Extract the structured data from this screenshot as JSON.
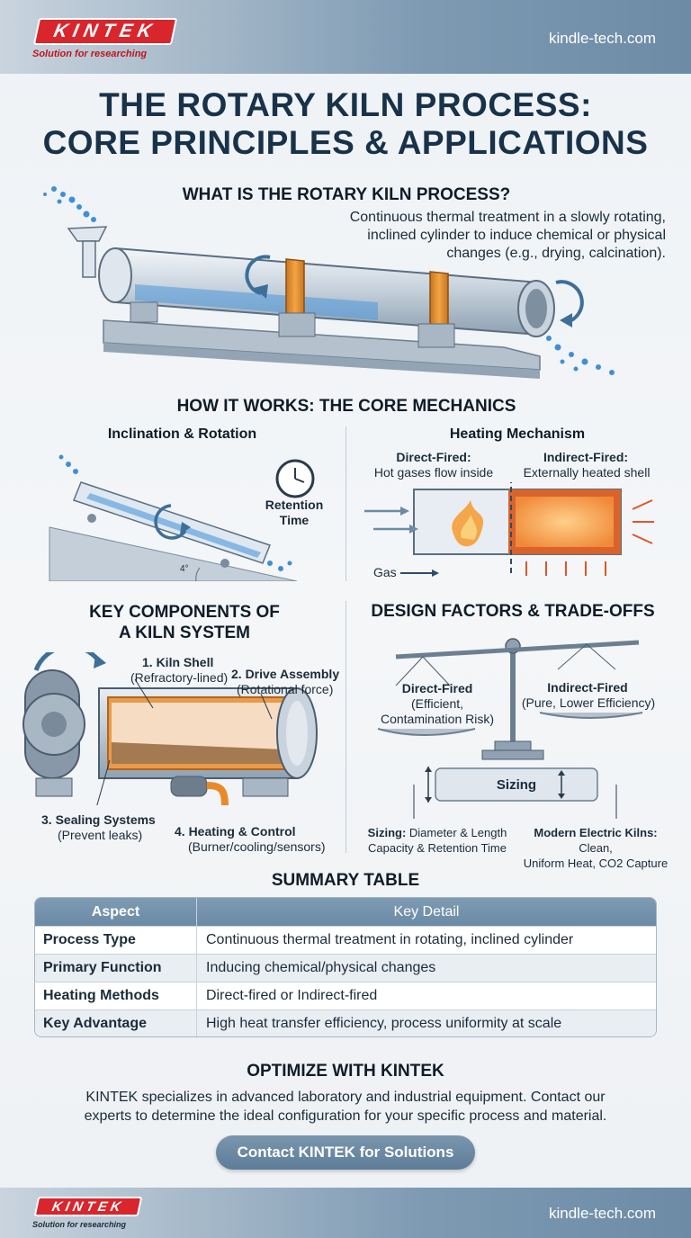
{
  "header": {
    "logo_text": "KINTEK",
    "logo_sub": "Solution for researching",
    "site": "kindle-tech.com"
  },
  "title": {
    "line1": "THE ROTARY KILN PROCESS:",
    "line2": "CORE PRINCIPLES & APPLICATIONS"
  },
  "what_is": {
    "heading": "WHAT IS THE ROTARY KILN PROCESS?",
    "desc_line1": "Continuous thermal treatment in a slowly rotating,",
    "desc_line2": "inclined cylinder to induce chemical or physical",
    "desc_line3": "changes (e.g., drying, calcination)."
  },
  "how_it_works": {
    "heading": "HOW IT WORKS: THE CORE MECHANICS",
    "left_title": "Inclination & Rotation",
    "retention_line1": "Retention",
    "retention_line2": "Time",
    "angle": "4°",
    "right_title": "Heating Mechanism",
    "direct_title": "Direct-Fired:",
    "direct_desc": "Hot gases flow inside",
    "indirect_title": "Indirect-Fired:",
    "indirect_desc": "Externally heated shell",
    "gas_label": "Gas"
  },
  "components": {
    "heading_line1": "KEY COMPONENTS OF",
    "heading_line2": "A KILN SYSTEM",
    "c1_title": "1. Kiln Shell",
    "c1_desc": "(Refractory-lined)",
    "c2_title": "2. Drive Assembly",
    "c2_desc": "(Rotational force)",
    "c3_title": "3. Sealing Systems",
    "c3_desc": "(Prevent leaks)",
    "c4_title": "4. Heating & Control",
    "c4_desc": "(Burner/cooling/sensors)"
  },
  "design": {
    "heading": "DESIGN FACTORS & TRADE-OFFS",
    "direct_title": "Direct-Fired",
    "direct_desc1": "(Efficient,",
    "direct_desc2": "Contamination Risk)",
    "indirect_title": "Indirect-Fired",
    "indirect_desc": "(Pure, Lower Efficiency)",
    "sizing_label": "Sizing",
    "sizing_bold": "Sizing:",
    "sizing_line1": "Diameter & Length",
    "sizing_line2": "Capacity & Retention Time",
    "electric_bold": "Modern Electric Kilns:",
    "electric_line1": "Clean,",
    "electric_line2": "Uniform Heat, CO2 Capture"
  },
  "summary": {
    "heading": "SUMMARY TABLE",
    "columns": [
      "Aspect",
      "Key Detail"
    ],
    "rows": [
      [
        "Process Type",
        "Continuous thermal treatment in rotating, inclined cylinder"
      ],
      [
        "Primary Function",
        "Inducing chemical/physical changes"
      ],
      [
        "Heating Methods",
        "Direct-fired or Indirect-fired"
      ],
      [
        "Key Advantage",
        "High heat transfer efficiency, process uniformity at scale"
      ]
    ]
  },
  "optimize": {
    "heading": "OPTIMIZE WITH KINTEK",
    "line1": "KINTEK specializes in advanced laboratory and industrial equipment. Contact our",
    "line2": "experts to determine the ideal configuration for your specific process and material.",
    "cta": "Contact KINTEK for Solutions"
  },
  "colors": {
    "brand_red": "#d8262c",
    "steel_blue": "#6d8ba6",
    "orange": "#e98a2a",
    "bead_blue": "#3f8fd6"
  }
}
